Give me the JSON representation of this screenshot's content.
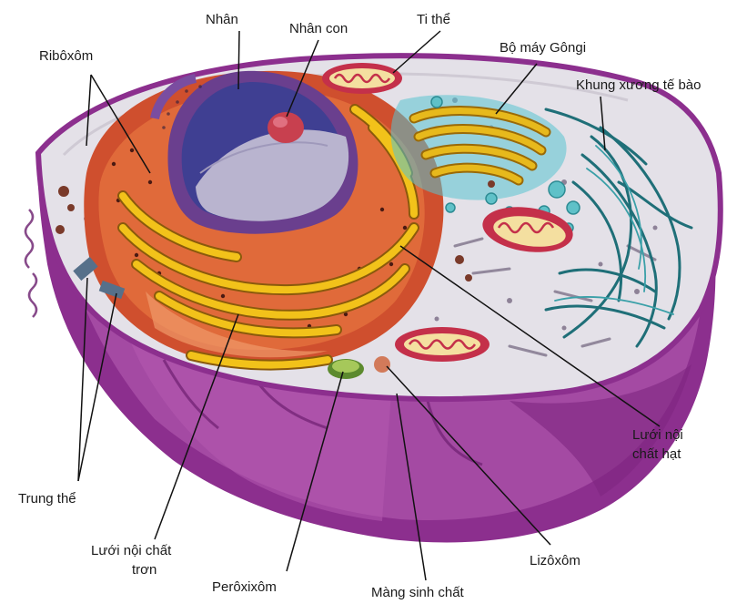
{
  "labels": {
    "nucleus": "Nhân",
    "nucleolus": "Nhân con",
    "mitochondrion": "Ti thể",
    "golgi": "Bộ máy Gôngi",
    "ribosome": "Ribôxôm",
    "cytoskeleton": "Khung xương tế bào",
    "rough_er_line1": "Lưới nội",
    "rough_er_line2": "chất hạt",
    "centrosome": "Trung thể",
    "smooth_er_line1": "Lưới nội chất",
    "smooth_er_line2": "trơn",
    "lysosome": "Lizôxôm",
    "peroxisome": "Perôxixôm",
    "plasma_membrane": "Màng sinh chất"
  },
  "colors": {
    "cell_body": "#9b3a9a",
    "cytoplasm": "#e4e1e8",
    "nucleus": "#3f3f92",
    "nucleolus": "#c8404f",
    "rough_er": "#d1522f",
    "er_cisternae": "#f2c21a",
    "golgi": "#e7b91c",
    "mitochondrion": "#c4304a",
    "cytoskeleton": "#1f6f78",
    "leader_line": "#111111"
  }
}
